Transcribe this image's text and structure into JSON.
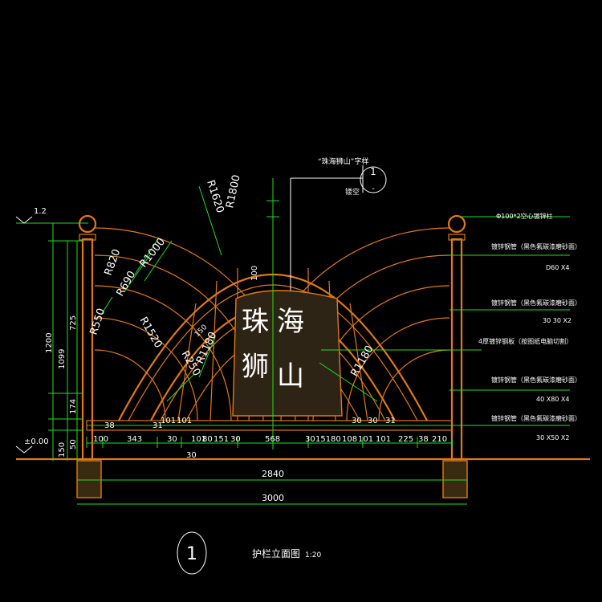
{
  "colors": {
    "background": "#000000",
    "structure": "#e07a18",
    "dimension": "#22dd22",
    "text": "#ffffff"
  },
  "top_callout": {
    "font_label": "“珠海狮山”字样",
    "hollow_label": "镂空",
    "ref_number": "1",
    "ref_mark": "-"
  },
  "level_top": "1.2",
  "level_zero": "±0.00",
  "sign_text": [
    "珠",
    "海",
    "狮",
    "山"
  ],
  "right_notes": {
    "post": "Φ100*2空心镀锌柱",
    "pipe_label": "镀锌钢管（黑色氟碳漆磨砂面）",
    "pipe_size": "D60 X4",
    "flat_label": "镀锌钢管（黑色氟碳漆磨砂面）",
    "flat_size": "30 30 X2",
    "plate_label": "4厚镀锌钢板（按图纸电脑切割）",
    "frame_label": "镀锌钢管（黑色氟碳漆磨砂面）",
    "frame_size": "40 X80 X4",
    "base_label": "镀锌钢管（黑色氟碳漆磨砂面）",
    "base_size": "30 X50 X2"
  },
  "radii": [
    "R820",
    "R690",
    "R1000",
    "R550",
    "R1520",
    "R1620",
    "R1800",
    "R1180",
    "R250",
    "R1180",
    "150"
  ],
  "center_dim": "100",
  "left_dims": [
    "1200",
    "1099",
    "725",
    "174",
    "50",
    "150"
  ],
  "upper_row_dims": [
    "38",
    "31",
    "101",
    "101",
    "30",
    "30",
    "31"
  ],
  "bottom_dims": [
    "100",
    "343",
    "30",
    "101",
    "80",
    "151",
    "30",
    "568",
    "30",
    "151",
    "80",
    "108",
    "101",
    "101",
    "225",
    "38",
    "210"
  ],
  "sub_dim": "30",
  "overall_dims": [
    "2840",
    "3000"
  ],
  "title": {
    "number": "1",
    "text": "护栏立面图",
    "scale": "1:20"
  }
}
